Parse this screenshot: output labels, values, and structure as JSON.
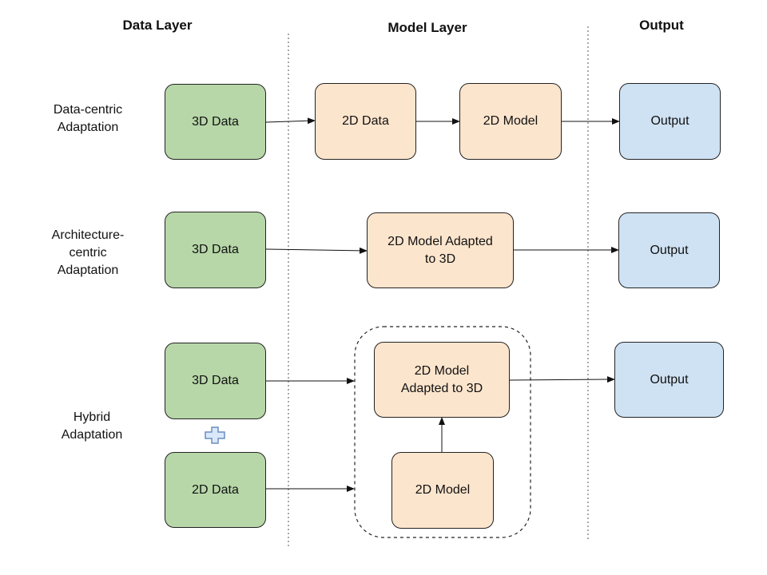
{
  "headers": {
    "data_layer": "Data Layer",
    "model_layer": "Model Layer",
    "output": "Output"
  },
  "rows": {
    "data_centric": {
      "label_line1": "Data-centric",
      "label_line2": "Adaptation",
      "input": "3D Data",
      "intermediate": "2D Data",
      "model": "2D Model",
      "output": "Output"
    },
    "architecture_centric": {
      "label_line1": "Architecture-",
      "label_line2": "centric",
      "label_line3": "Adaptation",
      "input": "3D Data",
      "model_line1": "2D Model Adapted",
      "model_line2": "to 3D",
      "output": "Output"
    },
    "hybrid": {
      "label_line1": "Hybrid",
      "label_line2": "Adaptation",
      "input_3d": "3D Data",
      "input_2d": "2D Data",
      "model_adapted_line1": "2D Model",
      "model_adapted_line2": "Adapted to 3D",
      "model_2d": "2D Model",
      "output": "Output"
    }
  },
  "colors": {
    "data_fill": "#b7d7a8",
    "model_fill": "#fce5cd",
    "output_fill": "#cfe2f3",
    "plus_fill": "#dae8fc",
    "plus_stroke": "#6c8ebf"
  }
}
